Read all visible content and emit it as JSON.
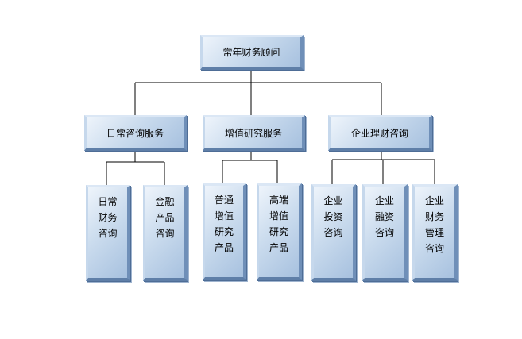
{
  "root": {
    "label": "常年财务顾问"
  },
  "categories": [
    {
      "label": "日常咨询服务"
    },
    {
      "label": "增值研究服务"
    },
    {
      "label": "企业理财咨询"
    }
  ],
  "services": [
    {
      "label": "日常\n财务\n咨询"
    },
    {
      "label": "金融\n产品\n咨询"
    },
    {
      "label": "普通\n增值\n研究\n产品"
    },
    {
      "label": "高端\n增值\n研究\n产品"
    },
    {
      "label": "企业\n投资\n咨询"
    },
    {
      "label": "企业\n融资\n咨询"
    },
    {
      "label": "企业\n财务\n管理\n咨询"
    }
  ],
  "colors": {
    "line": "#000000",
    "box_light": "#eef4fb",
    "box_dark": "#6f8fb8"
  }
}
